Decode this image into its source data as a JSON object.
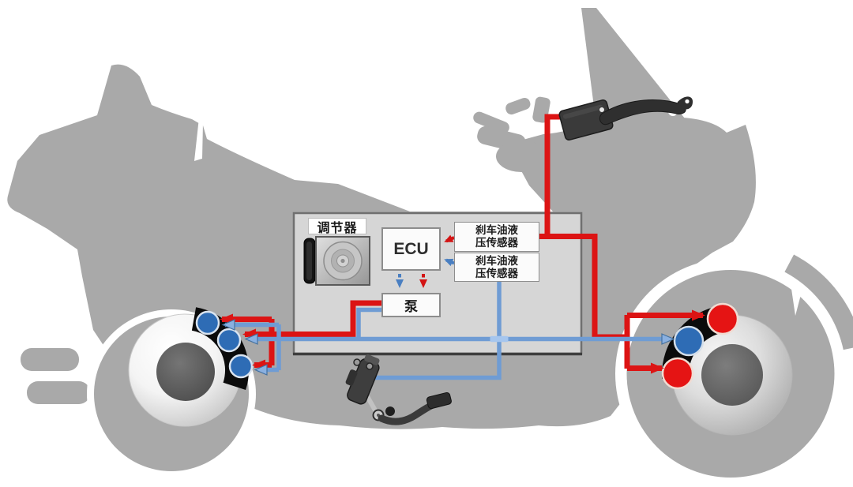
{
  "diagram": {
    "type": "motorcycle-abs-brake-system",
    "panel": {
      "regulator_label": "调节器",
      "ecu_label": "ECU",
      "pump_label": "泵",
      "front_sensor": {
        "line1": "刹车油液",
        "line2": "压传感器"
      },
      "rear_sensor": {
        "line1": "刹车油液",
        "line2": "压传感器"
      }
    },
    "colors": {
      "front_brake_line": "#dc1414",
      "rear_brake_line": "#6f9cd4",
      "piston_red": "#e51414",
      "piston_blue": "#2e6cb5",
      "silhouette": "#a9a9a9",
      "panel_fill": "#d6d6d6",
      "caliper": "#0b0b0b",
      "background": "#ffffff"
    }
  }
}
